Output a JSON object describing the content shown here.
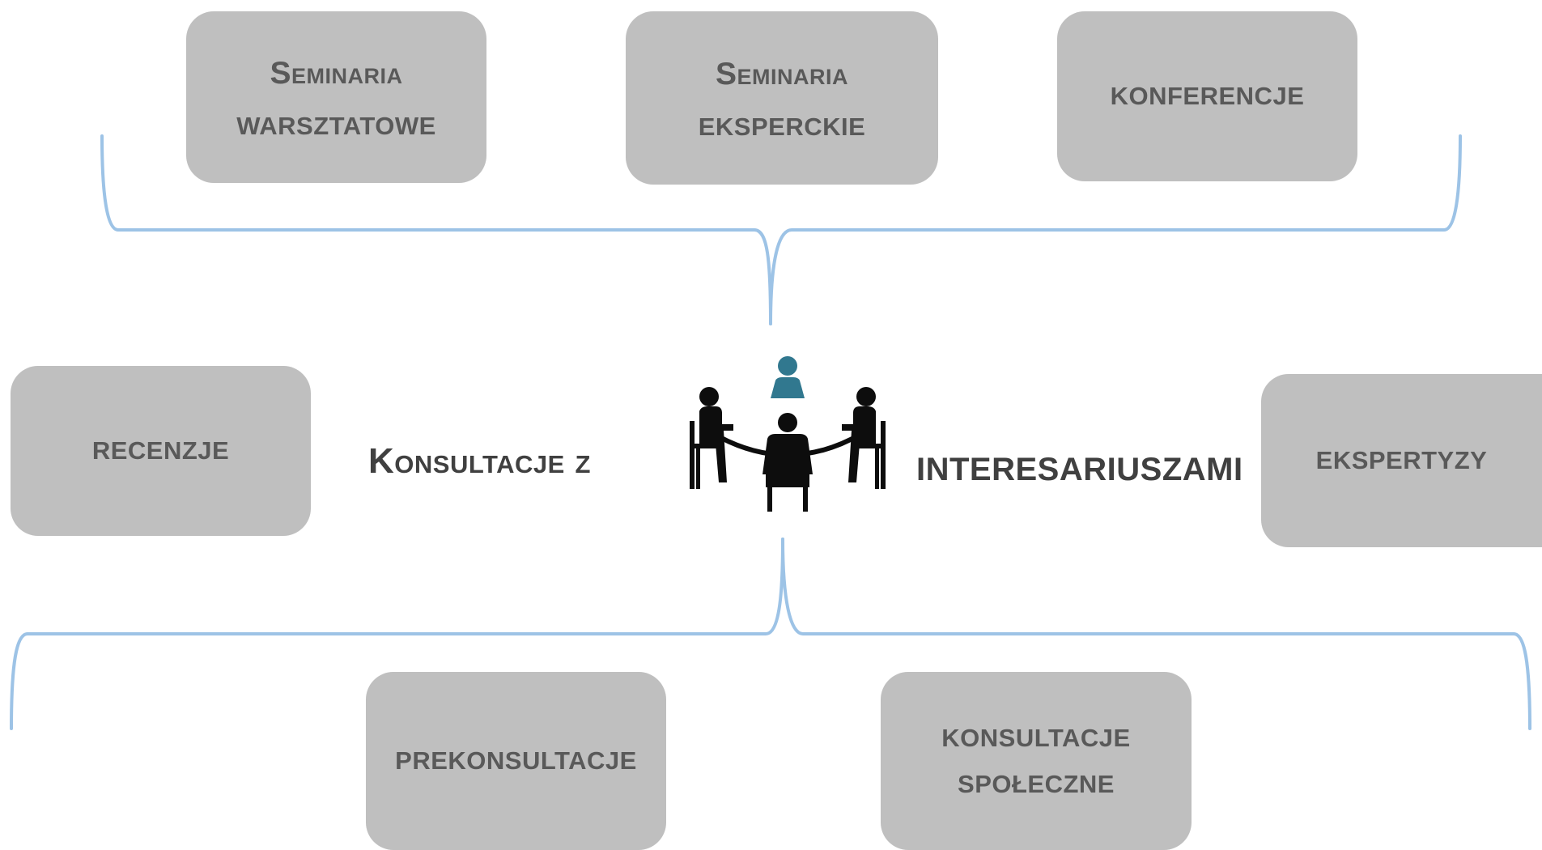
{
  "center": {
    "left_text": "Konsultacje z",
    "right_text": "INTERESARIUSZAMI"
  },
  "boxes": {
    "seminaria_warsztatowe": [
      "Seminaria",
      "WARSZTATOWE"
    ],
    "seminaria_eksperckie": [
      "Seminaria",
      "EKSPERCKIE"
    ],
    "konferencje": [
      "KONFERENCJE"
    ],
    "recenzje": [
      "RECENZJE"
    ],
    "ekspertyzy": [
      "EKSPERTYZY"
    ],
    "prekonsultacje": [
      "PREKONSULTACJE"
    ],
    "konsultacje_spoleczne": [
      "KONSULTACJE",
      "SPOŁECZNE"
    ]
  },
  "colors": {
    "box_fill": "#bfbfbf",
    "box_text": "#595959",
    "connector": "#9dc3e6",
    "icon_dark": "#0d0d0d",
    "icon_accent": "#31788f"
  },
  "icon": "meeting-table-people-icon"
}
